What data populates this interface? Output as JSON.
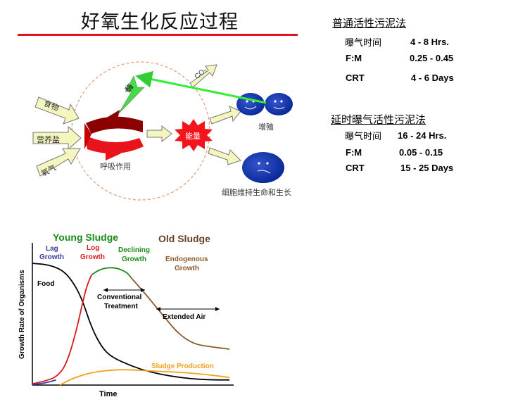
{
  "title": "好氧生化反应过程",
  "conventional": {
    "heading": "普通活性污泥法",
    "rows": [
      {
        "label": "曝气时间",
        "value": "4 - 8 Hrs."
      },
      {
        "label": "F:M",
        "value": "0.25 - 0.45"
      },
      {
        "label": "CRT",
        "value": "4 - 6  Days"
      }
    ]
  },
  "extended": {
    "heading": "延时曝气活性污泥法",
    "rows": [
      {
        "label": "曝气时间",
        "value": "16 - 24 Hrs."
      },
      {
        "label": "F:M",
        "value": "0.05 - 0.15"
      },
      {
        "label": "CRT",
        "value": "15 - 25  Days"
      }
    ]
  },
  "diagram": {
    "inputs": [
      "食物",
      "营养盐",
      "氧气"
    ],
    "enzyme": "酶",
    "respiration": "呼吸作用",
    "energy": "能量",
    "co2": "CO₂",
    "reproduction": "增殖",
    "maintenance": "细胞维持生命和生长"
  },
  "chart_data": {
    "type": "line",
    "xlabel": "Time",
    "ylabel": "Growth Rate of Organisms",
    "phase_labels": {
      "young": "Young Sludge",
      "old": "Old Sludge",
      "lag": [
        "Lag",
        "Growth"
      ],
      "log": [
        "Log",
        "Growth"
      ],
      "declining": [
        "Declining",
        "Growth"
      ],
      "endogenous": [
        "Endogenous",
        "Growth"
      ],
      "conventional": [
        "Conventional",
        "Treatment"
      ],
      "extended": "Extended Air"
    },
    "series": [
      {
        "name": "Food",
        "color": "#000000",
        "points": [
          [
            0,
            0.95
          ],
          [
            0.08,
            0.94
          ],
          [
            0.15,
            0.9
          ],
          [
            0.2,
            0.82
          ],
          [
            0.25,
            0.68
          ],
          [
            0.3,
            0.45
          ],
          [
            0.35,
            0.3
          ],
          [
            0.4,
            0.22
          ],
          [
            0.5,
            0.15
          ],
          [
            0.6,
            0.1
          ],
          [
            0.7,
            0.07
          ],
          [
            0.8,
            0.05
          ],
          [
            0.9,
            0.04
          ],
          [
            1,
            0.04
          ]
        ]
      },
      {
        "name": "",
        "color": "#d7191c",
        "points": [
          [
            0,
            0.01
          ],
          [
            0.06,
            0.03
          ],
          [
            0.12,
            0.06
          ],
          [
            0.17,
            0.15
          ],
          [
            0.22,
            0.4
          ],
          [
            0.27,
            0.75
          ],
          [
            0.3,
            0.86
          ]
        ]
      },
      {
        "name": "",
        "color": "#1a8a1a",
        "points": [
          [
            0.3,
            0.86
          ],
          [
            0.35,
            0.91
          ],
          [
            0.42,
            0.92
          ],
          [
            0.48,
            0.88
          ],
          [
            0.5,
            0.84
          ]
        ]
      },
      {
        "name": "",
        "color": "#8b5a2b",
        "points": [
          [
            0.5,
            0.84
          ],
          [
            0.58,
            0.7
          ],
          [
            0.66,
            0.55
          ],
          [
            0.74,
            0.4
          ],
          [
            0.82,
            0.32
          ],
          [
            0.9,
            0.3
          ],
          [
            1,
            0.28
          ]
        ]
      },
      {
        "name": "Sludge Production",
        "color": "#f0a11b",
        "points": [
          [
            0.14,
            0.0
          ],
          [
            0.2,
            0.05
          ],
          [
            0.3,
            0.1
          ],
          [
            0.42,
            0.12
          ],
          [
            0.5,
            0.12
          ],
          [
            0.6,
            0.11
          ],
          [
            0.75,
            0.1
          ],
          [
            0.9,
            0.08
          ],
          [
            1,
            0.06
          ]
        ]
      }
    ]
  }
}
